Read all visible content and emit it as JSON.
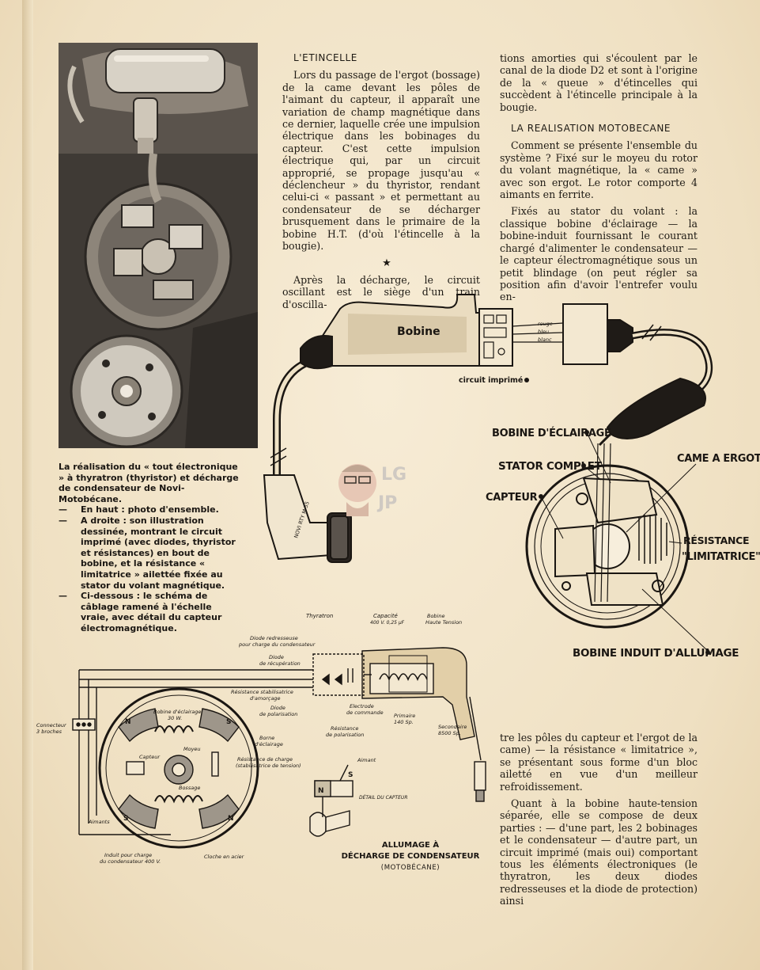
{
  "photo_caption": {
    "intro": "La réalisation du « tout électronique » à thyratron (thyristor) et décharge de condensateur de Novi-Motobécane.",
    "items": [
      {
        "dash": "—",
        "text": "En haut : photo d'ensemble."
      },
      {
        "dash": "—",
        "text": "A droite : son illustration dessinée, montrant le circuit imprimé (avec diodes, thyristor et résistances) en bout de bobine, et la résistance « limitatrice » ailettée fixée au stator du volant magnétique."
      },
      {
        "dash": "—",
        "text": "Ci-dessous : le schéma de câblage ramené à l'échelle vraie, avec détail du capteur électromagnétique."
      }
    ]
  },
  "col_middle": {
    "heading": "L'ETINCELLE",
    "p1": "Lors du passage de l'ergot (bossage) de la came devant les pôles de l'aimant du capteur, il apparaît une variation de champ magnétique dans ce dernier, laquelle crée une impulsion électrique dans les bobinages du capteur. C'est cette impulsion électrique qui, par un circuit approprié, se propage jusqu'au « déclencheur » du thyristor, rendant celui-ci « passant » et permettant au condensateur de se décharger brusquement dans le primaire de la bobine H.T. (d'où l'étincelle à la bougie).",
    "star": "★",
    "p2": "Après la décharge, le circuit oscillant est le siège d'un train d'oscilla-"
  },
  "col_right": {
    "p1": "tions amorties qui s'écoulent par le canal de la diode D2 et sont à l'origine de la « queue » d'étincelles qui succèdent à l'étincelle principale à la bougie.",
    "heading": "LA REALISATION MOTOBECANE",
    "p2": "Comment se présente l'ensemble du système ? Fixé sur le moyeu du rotor du volant magnétique, la « came » avec son ergot. Le rotor comporte 4 aimants en ferrite.",
    "p3": "Fixés au stator du volant : la classique bobine d'éclairage — la bobine-induit fournissant le courant chargé d'alimenter le condensateur — le capteur électromagnétique sous un petit blindage (on peut régler sa position afin d'avoir l'entrefer voulu en-"
  },
  "col_bottom_right": {
    "p1": "tre les pôles du capteur et l'ergot de la came) — la résistance « limitatrice », se présentant sous forme d'un bloc ailetté en vue d'un meilleur refroidissement.",
    "p2": "Quant à la bobine haute-tension séparée, elle se compose de deux parties : — d'une part, les 2 bobinages et le condensateur — d'autre part, un circuit imprimé (mais oui) comportant tous les éléments électroniques (le thyratron, les deux diodes redresseuses et la diode de protection) ainsi"
  },
  "illustration": {
    "bobine": "Bobine",
    "circuit_imprime": "circuit imprimé",
    "rouge": "rouge",
    "bleu": "bleu",
    "blanc": "blanc",
    "bobine_eclairage": "BOBINE D'ÉCLAIRAGE",
    "stator_complet": "STATOR COMPLET",
    "came_ergot": "CAME A ERGOT",
    "capteur": "CAPTEUR",
    "resistance_1": "RÉSISTANCE",
    "resistance_2": "\"LIMITATRICE\"",
    "bobine_induit": "BOBINE INDUIT D'ALLUMAGE",
    "cap_text": "NOVI RTY M 55",
    "logo_1": "LG",
    "logo_2": "JP"
  },
  "schematic": {
    "thyratron": "Thyratron",
    "capacite_1": "Capacité",
    "capacite_2": "400 V. 0,25 µF",
    "bobine_ht_1": "Bobine",
    "bobine_ht_2": "Haute Tension",
    "diode_redresseuse_1": "Diode redresseuse",
    "diode_redresseuse_2": "pour charge du condensateur",
    "diode_recup_1": "Diode",
    "diode_recup_2": "de récupération",
    "res_stab_1": "Résistance stabilisatrice",
    "res_stab_2": "d'amorçage",
    "diode_pol_1": "Diode",
    "diode_pol_2": "de polarisation",
    "electrode_1": "Electrode",
    "electrode_2": "de commande",
    "res_pol_1": "Résistance",
    "res_pol_2": "de polarisation",
    "primaire_1": "Primaire",
    "primaire_2": "140 Sp.",
    "secondaire_1": "Secondaire",
    "secondaire_2": "8500 Sp.",
    "connecteur_1": "Connecteur",
    "connecteur_2": "3 broches",
    "bobine_ecl_1": "Bobine d'éclairage",
    "bobine_ecl_2": "30 W.",
    "borne_1": "Borne",
    "borne_2": "d'éclairage",
    "capteur": "Capteur",
    "moyeu": "Moyeu",
    "bossage": "Bossage",
    "res_charge_1": "Résistance de charge",
    "res_charge_2": "(stabilisatrice de tension)",
    "aimants": "Aimants",
    "induit_1": "Induit pour charge",
    "induit_2": "du condensateur 400 V.",
    "cloche": "Cloche en acier",
    "aimant": "Aimant",
    "detail": "DÉTAIL DU CAPTEUR",
    "pole_n": "N",
    "pole_s": "S"
  },
  "bottom_title": {
    "line1": "ALLUMAGE À",
    "line2": "DÉCHARGE DE CONDENSATEUR",
    "line3": "(MOTOBÉCANE)"
  },
  "colors": {
    "paper": "#f4e8cf",
    "ink": "#1e1a14",
    "photo_dark": "#4a4540"
  }
}
